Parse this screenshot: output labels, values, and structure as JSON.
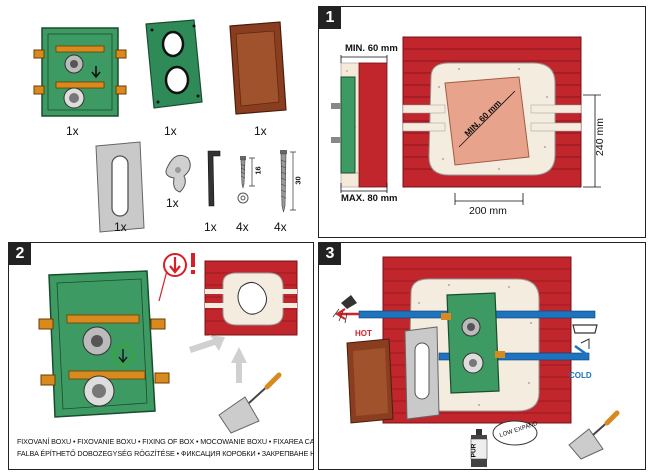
{
  "step_numbers": [
    "1",
    "2",
    "3"
  ],
  "parts": {
    "qty_box": "1x",
    "qty_plate": "1x",
    "qty_cover": "1x",
    "qty_frame": "1x",
    "qty_knob": "1x",
    "qty_key": "1x",
    "qty_screw_small": "4x",
    "qty_screw_long": "4x",
    "screw_small_length": "16",
    "screw_long_length": "30"
  },
  "step1": {
    "min_depth": "MIN. 60 mm",
    "max_depth": "MAX. 80 mm",
    "min_diag": "MIN. 60 mm",
    "height": "240 mm",
    "width": "200 mm"
  },
  "step3": {
    "hot_label": "HOT",
    "cold_label": "COLD",
    "pur_label": "PUR",
    "low_expand_label": "LOW EXPAND"
  },
  "caption": {
    "line1": "FIXOVANÍ BOXU • FIXOVANIE BOXU • FIXING OF BOX • MOCOWANIE BOXU • FIXAREA CASETEI",
    "line2": "FALBA ÉPÍTHETŐ DOBOZEGYSÉG RÖGZÍTÉSE • ФИКСАЦИЯ КОРОБКИ • ЗАКРЕПВАНЕ НА КУТИЯТА"
  },
  "colors": {
    "brick": "#c0262c",
    "box_green": "#3d9a62",
    "plate_green": "#2e8b57",
    "cover_brown": "#a0522d",
    "brass": "#d98a1e",
    "hot": "#d61f26",
    "cold": "#1e73be"
  }
}
